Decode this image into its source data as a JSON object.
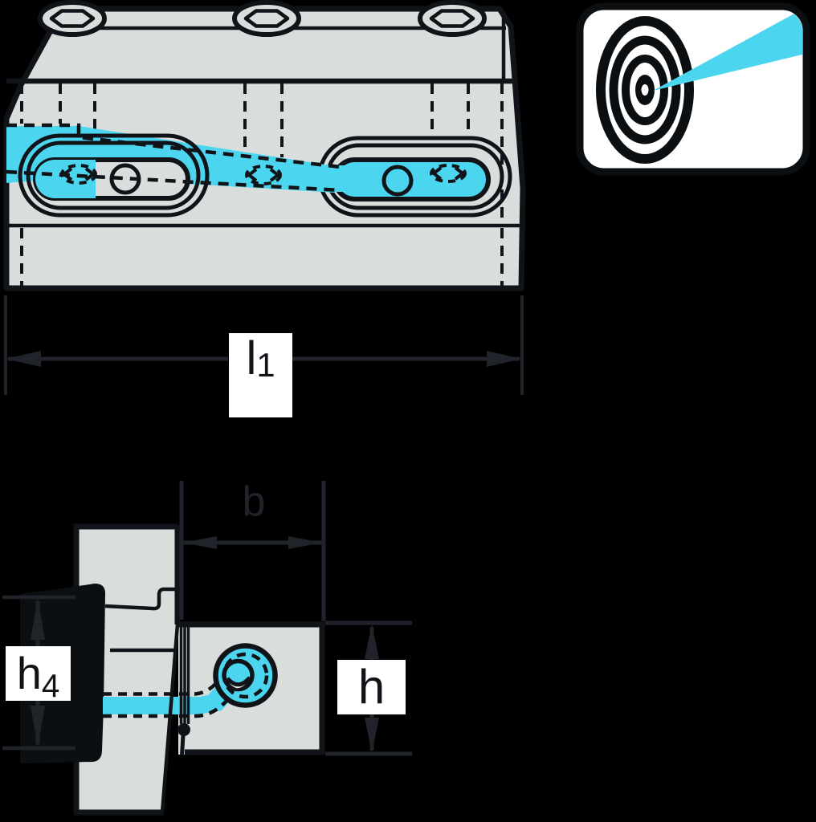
{
  "diagram": {
    "type": "technical-drawing",
    "views": [
      {
        "id": "top-view",
        "name": "tool block top view with coolant channels"
      },
      {
        "id": "section-view",
        "name": "cross-section with clamping wedge and coolant bore"
      }
    ]
  },
  "dimension_labels": {
    "l1": {
      "base": "l",
      "subscript": "1"
    },
    "b": {
      "base": "b"
    },
    "h": {
      "base": "h"
    },
    "h4": {
      "base": "h",
      "subscript": "4"
    }
  },
  "icon": {
    "name": "precision-coolant-target"
  },
  "colors": {
    "background": "#000000",
    "body": "#d9dedc",
    "outline": "#101419",
    "dimension": "#20242a",
    "coolant_highlight": "#4bd5ee",
    "label_background": "#ffffff"
  }
}
